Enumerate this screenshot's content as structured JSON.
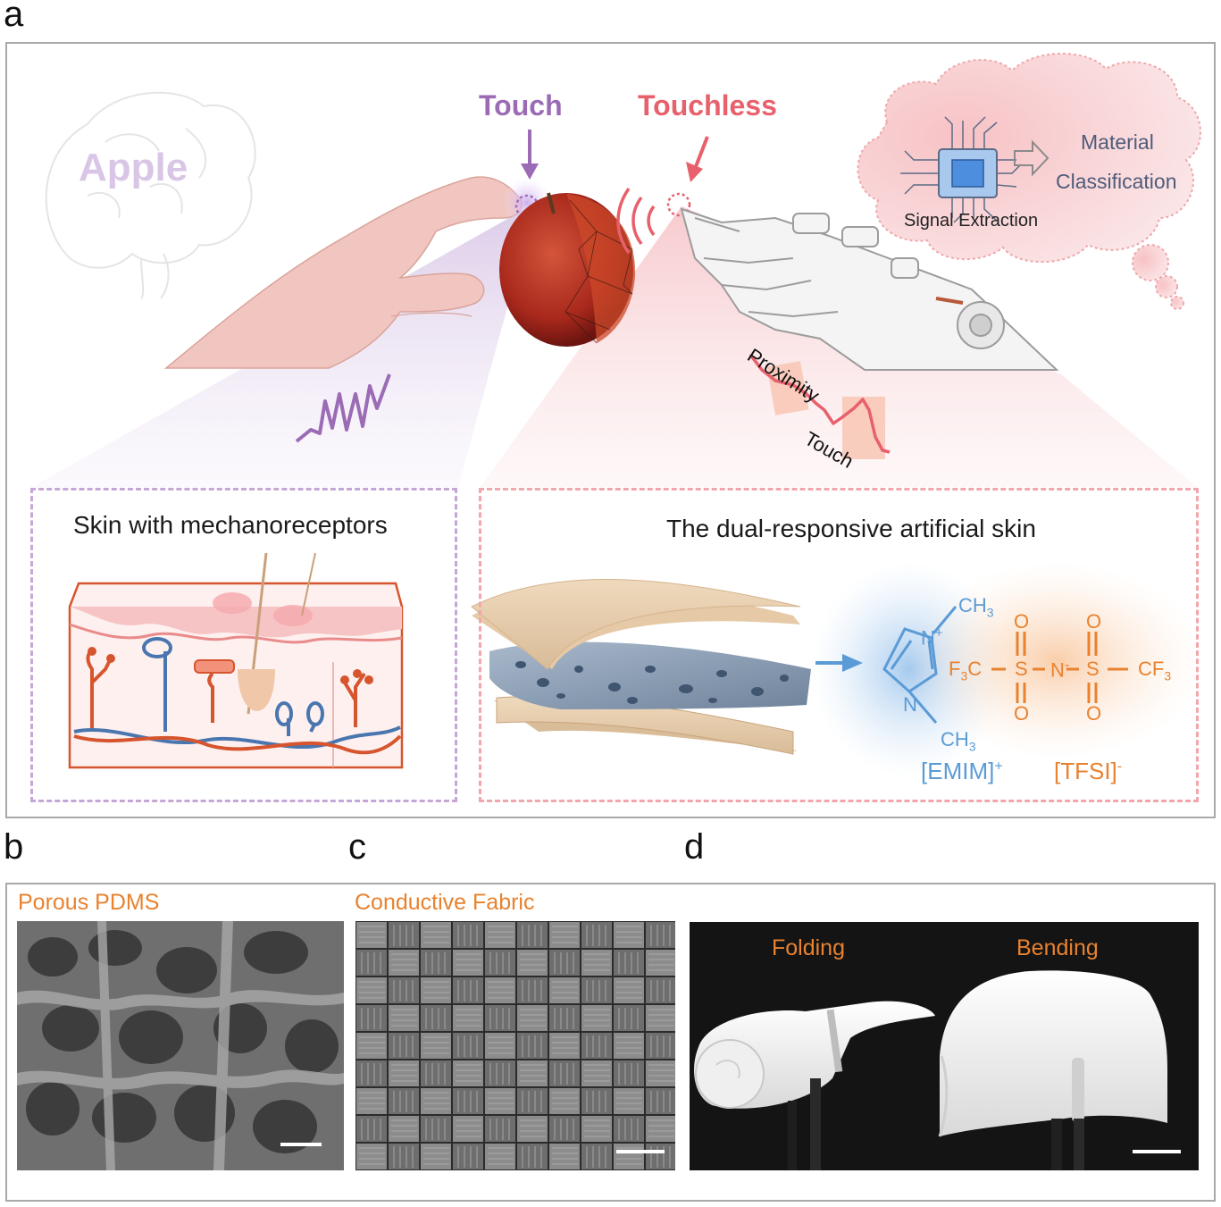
{
  "panels": {
    "a": "a",
    "b": "b",
    "c": "c",
    "d": "d"
  },
  "panel_a": {
    "brain_word": "Apple",
    "touch_label": "Touch",
    "touchless_label": "Touchless",
    "cloud": {
      "signal_extraction": "Signal Extraction",
      "material": "Material",
      "classification": "Classification"
    },
    "signal": {
      "proximity": "Proximity",
      "touch": "Touch"
    },
    "left_box_title": "Skin with mechanoreceptors",
    "right_box_title": "The dual-responsive artificial skin",
    "chem": {
      "ch3_top": "CH",
      "ch3_bottom": "CH",
      "sub3": "3",
      "n_plus": "N",
      "plus": "+",
      "n_low": "N",
      "f3c": "F",
      "c_after_f3": "C",
      "s": "S",
      "n_minus": "N",
      "minus": "-",
      "o": "O",
      "cf3": "CF",
      "emim": "[EMIM]",
      "emim_charge": "+",
      "tfsi": "[TFSI]",
      "tfsi_charge": "-"
    }
  },
  "panel_b": {
    "label": "Porous PDMS"
  },
  "panel_c": {
    "label": "Conductive Fabric"
  },
  "panel_d": {
    "folding": "Folding",
    "bending": "Bending"
  },
  "colors": {
    "touch_purple": "#9b6bb5",
    "touchless_red": "#e8606b",
    "accent_orange": "#e8822f",
    "emim_blue": "#5b9bd5",
    "frame_gray": "#a9a9a9"
  }
}
